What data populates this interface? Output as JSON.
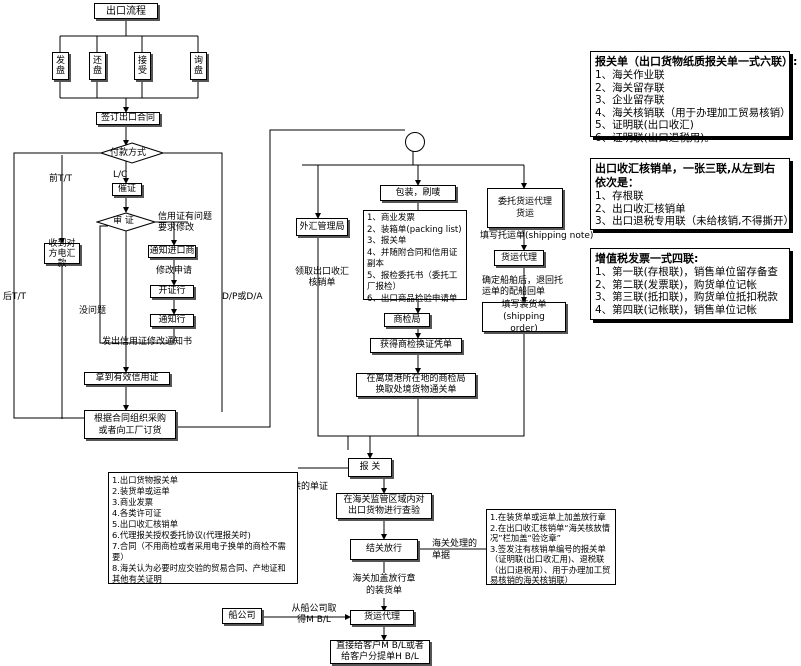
{
  "flow": {
    "start": "出口流程",
    "top_boxes": [
      "发盘",
      "还盘",
      "接受",
      "询盘"
    ],
    "contract": "签订出口合同",
    "payment": "付款方式",
    "lc": "L/C",
    "urge": "催证",
    "review": "审 证",
    "need_amend": "信用证有问题要求修改",
    "notify_importer": "通知进口商",
    "amend_request": "修改申请",
    "issuing_bank": "开证行",
    "advising_bank": "通知行",
    "amend_notice": "发出信用证修改通知书",
    "valid_lc": "拿到有效信用证",
    "purchase": "根据合同组织采购或者向工厂订货",
    "pre_tt": "前T/T",
    "recv_tt": "收到对方电汇款",
    "post_tt": "后T/T",
    "no_problem": "没问题",
    "dp_da": "D/P或D/A",
    "fx_bureau": "外汇管理局",
    "get_verification": "领取出口收汇核销单",
    "packing": "包装，刷唛",
    "docs_list": [
      "1、商业发票",
      "2、装箱单(packing list)",
      "3、报关单",
      "4、并随附合同和信用证副本",
      "5、报检委托书（委托工厂报检）",
      "6、出口商品检验申请单"
    ],
    "inspection_bureau": "商检局",
    "get_certificate": "获得商检换证凭单",
    "customs_clearance": "在离境港所在地的商检局换取处境货物通关单",
    "forwarder_agent": "委托货运代理货运",
    "fill_shipping_note": "填写托运单(shipping note)",
    "freight_agent": "货运代理",
    "confirm_ship": "确定船舶后，退回托运单的配船回单",
    "fill_shipping_order": "填写装货单(shipping order)",
    "customs": "报 关",
    "customs_docs_note": "报关需提供的单证",
    "customs_docs": [
      "1.出口货物报关单",
      "2.装货单或运单",
      "3.商业发票",
      "4.各类许可证",
      "5.出口收汇核销单",
      "6.代理报关授权委托协议(代理报关时)",
      "7.合同（不用商检或者采用电子换单的商检不需要）",
      "8.海关认为必要时应交验的贸易合同、产地证和其他有关证明"
    ],
    "inspection_release": "在海关监管区域内对出口货物进行查验",
    "release": "结关放行",
    "customs_processing": "海关处理的单据",
    "customs_actions": [
      "1.在装货单或运单上加盖放行章",
      "2.在出口收汇核销单“海关核放情况”栏加盖“验讫章”",
      "3.签发注有核销单编号的报关单（证明联(出口收汇用)、退税联（出口退税用）、用于办理加工贸易核销的海关核销联）"
    ],
    "stamped_order": "海关加盖放行章的装货单",
    "shipping_company": "船公司",
    "from_shipping": "从船公司取得M B/L",
    "forwarder2": "货运代理",
    "final_step": "直接给客户M B/L或者给客户分提单H B/L"
  },
  "panels": {
    "declaration": {
      "title": "报关单（出口货物纸质报关单一式六联）:",
      "items": [
        "1、海关作业联",
        "2、海关留存联",
        "3、企业留存联",
        "4、海关核销联（用于办理加工贸易核销）",
        "5、证明联(出口收汇)",
        "6、证明联(出口退税用)。"
      ]
    },
    "verification": {
      "title": "出口收汇核销单，一张三联,从左到右依次是：",
      "items": [
        "1、存根联",
        "2、出口收汇核销单",
        "3、出口退税专用联（未给核销,不得撕开）"
      ]
    },
    "vat": {
      "title": "增值税发票一式四联:",
      "items": [
        "1、第一联(存根联)，销售单位留存备查",
        "2、第二联(发票联)，购货单位记帐",
        "3、第三联(抵扣联)，购货单位抵扣税款",
        "4、第四联(记帐联)，销售单位记帐"
      ]
    }
  }
}
